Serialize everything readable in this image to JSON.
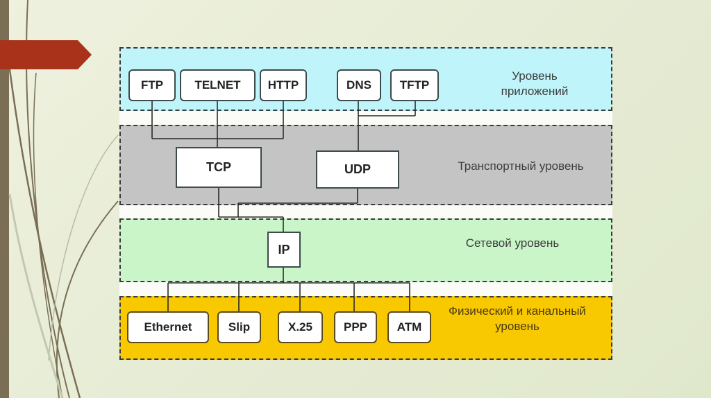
{
  "slide": {
    "accent_color": "#a8321a",
    "sidebar_color": "#7a6e55"
  },
  "diagram": {
    "title": "TCP/IP protocol stack",
    "layers": {
      "application": {
        "label_line1": "Уровень",
        "label_line2": "приложений",
        "color": "#bff4fa",
        "protocols": [
          "FTP",
          "TELNET",
          "HTTP",
          "DNS",
          "TFTP"
        ]
      },
      "transport": {
        "label": "Транспортный уровень",
        "color": "#c4c4c4",
        "protocols": [
          "TCP",
          "UDP"
        ]
      },
      "network": {
        "label": "Сетевой уровень",
        "color": "#c9f5c9",
        "protocols": [
          "IP"
        ]
      },
      "physical": {
        "label_line1": "Физический и канальный",
        "label_line2": "уровень",
        "color": "#f8c800",
        "protocols": [
          "Ethernet",
          "Slip",
          "X.25",
          "PPP",
          "ATM"
        ]
      }
    }
  }
}
